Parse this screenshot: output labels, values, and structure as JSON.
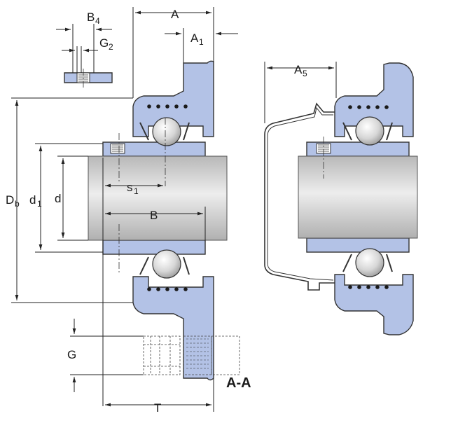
{
  "labels": {
    "A": "A",
    "A1_main": "A",
    "A1_sub": "1",
    "A5_main": "A",
    "A5_sub": "5",
    "B4_main": "B",
    "B4_sub": "4",
    "G2_main": "G",
    "G2_sub": "2",
    "Db_main": "D",
    "Db_sub": "b",
    "d1_main": "d",
    "d1_sub": "1",
    "d": "d",
    "s1_main": "s",
    "s1_sub": "1",
    "B": "B",
    "G": "G",
    "T": "T",
    "section": "A-A"
  },
  "colors": {
    "housing": "#b3c2e6",
    "outline": "#333333",
    "shaft": "#d0d0d0"
  }
}
